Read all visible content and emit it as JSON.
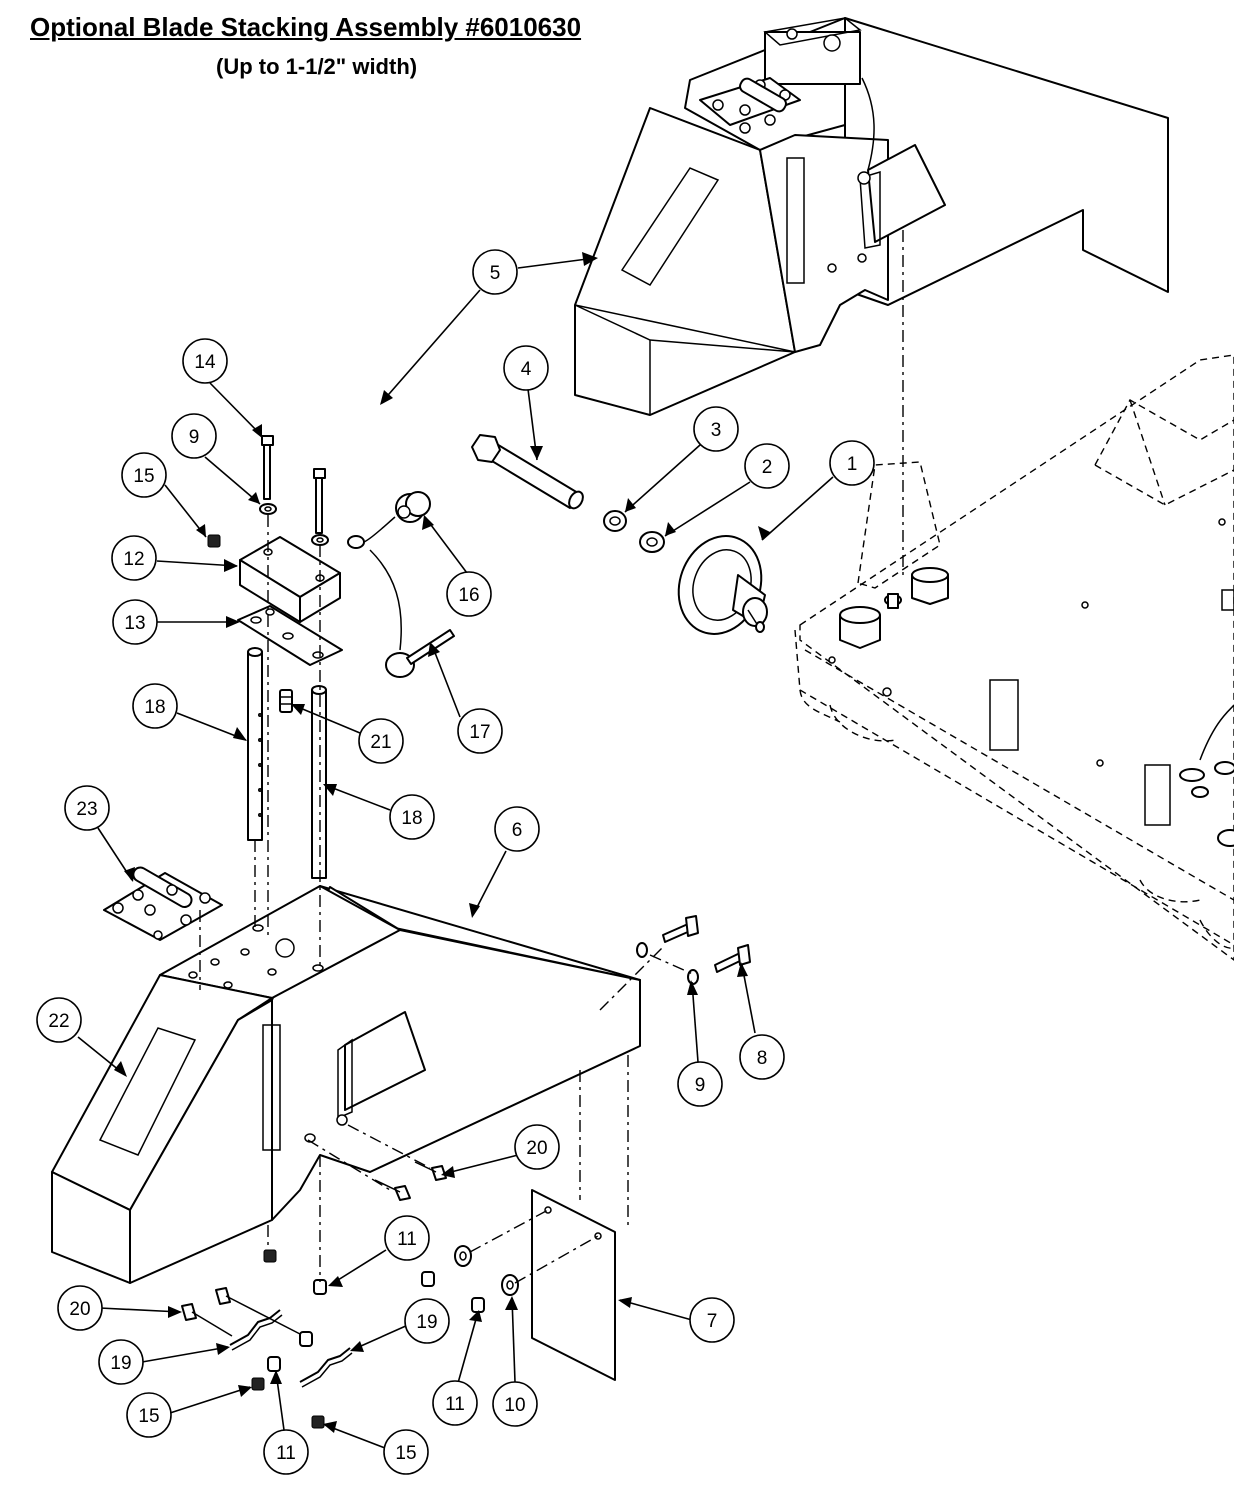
{
  "title": "Optional Blade Stacking Assembly #6010630",
  "subtitle": "(Up to 1-1/2\" width)",
  "callouts": [
    {
      "num": "1"
    },
    {
      "num": "2"
    },
    {
      "num": "3"
    },
    {
      "num": "4"
    },
    {
      "num": "5"
    },
    {
      "num": "14"
    },
    {
      "num": "9"
    },
    {
      "num": "15"
    },
    {
      "num": "16"
    },
    {
      "num": "12"
    },
    {
      "num": "13"
    },
    {
      "num": "17"
    },
    {
      "num": "18"
    },
    {
      "num": "21"
    },
    {
      "num": "18"
    },
    {
      "num": "23"
    },
    {
      "num": "6"
    },
    {
      "num": "22"
    },
    {
      "num": "9"
    },
    {
      "num": "8"
    },
    {
      "num": "20"
    },
    {
      "num": "11"
    },
    {
      "num": "20"
    },
    {
      "num": "19"
    },
    {
      "num": "19"
    },
    {
      "num": "7"
    },
    {
      "num": "15"
    },
    {
      "num": "11"
    },
    {
      "num": "10"
    },
    {
      "num": "11"
    },
    {
      "num": "15"
    }
  ]
}
